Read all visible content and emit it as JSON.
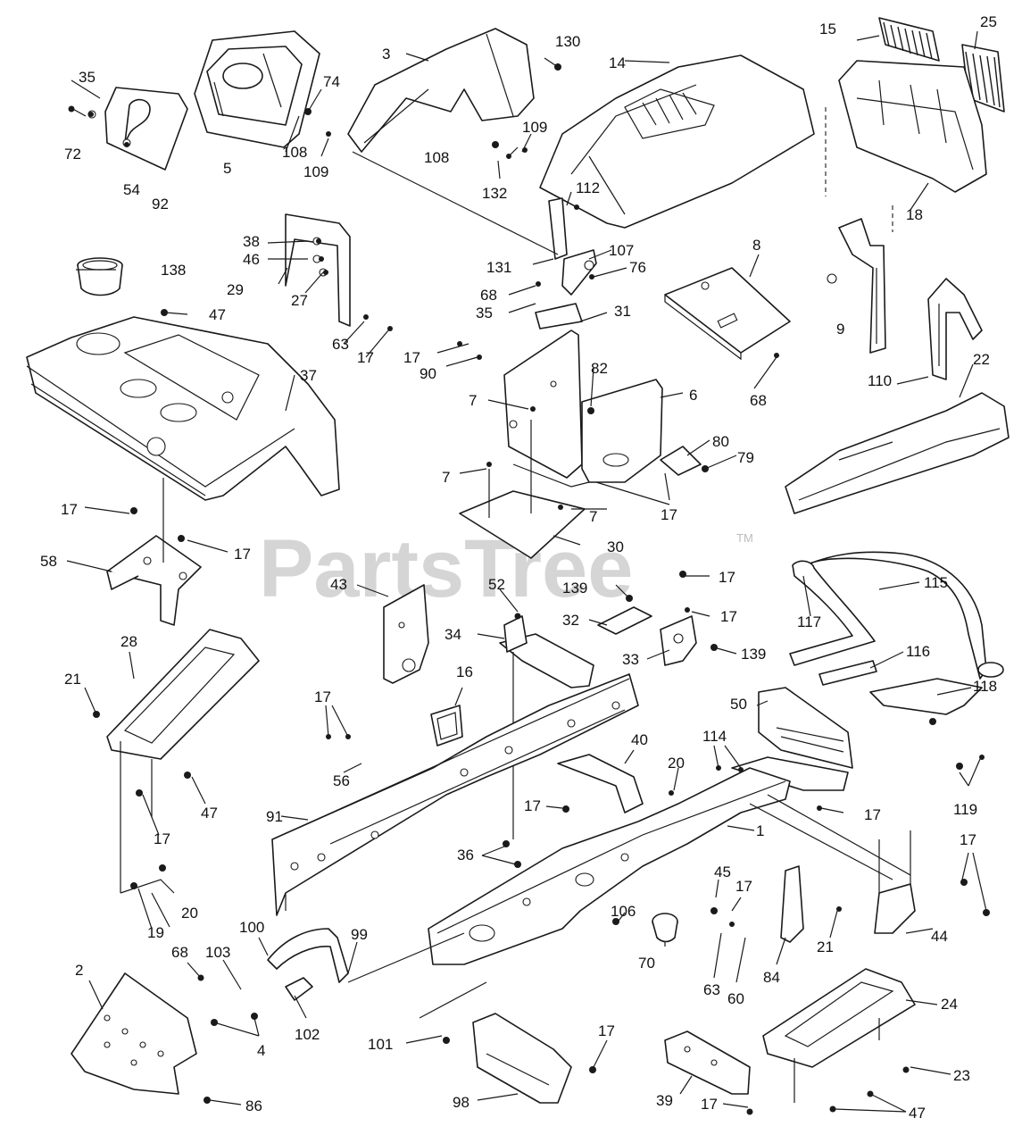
{
  "watermark": {
    "text": "PartsTree",
    "tm": "TM"
  },
  "callouts": [
    "130",
    "3",
    "14",
    "15",
    "25",
    "35",
    "74",
    "72",
    "5",
    "108",
    "109",
    "54",
    "92",
    "108",
    "109",
    "132",
    "112",
    "18",
    "38",
    "46",
    "29",
    "27",
    "138",
    "131",
    "107",
    "76",
    "8",
    "68",
    "35",
    "31",
    "9",
    "47",
    "63",
    "17",
    "17",
    "90",
    "82",
    "110",
    "22",
    "7",
    "6",
    "37",
    "80",
    "79",
    "68",
    "7",
    "17",
    "7",
    "30",
    "17",
    "17",
    "58",
    "43",
    "52",
    "139",
    "17",
    "32",
    "17",
    "115",
    "117",
    "34",
    "33",
    "139",
    "116",
    "28",
    "21",
    "16",
    "17",
    "50",
    "118",
    "114",
    "40",
    "20",
    "56",
    "47",
    "17",
    "17",
    "119",
    "91",
    "1",
    "17",
    "36",
    "45",
    "17",
    "17",
    "106",
    "21",
    "44",
    "20",
    "19",
    "100",
    "99",
    "70",
    "63",
    "60",
    "84",
    "2",
    "68",
    "103",
    "4",
    "102",
    "101",
    "24",
    "17",
    "23",
    "86",
    "98",
    "39",
    "17",
    "47"
  ]
}
